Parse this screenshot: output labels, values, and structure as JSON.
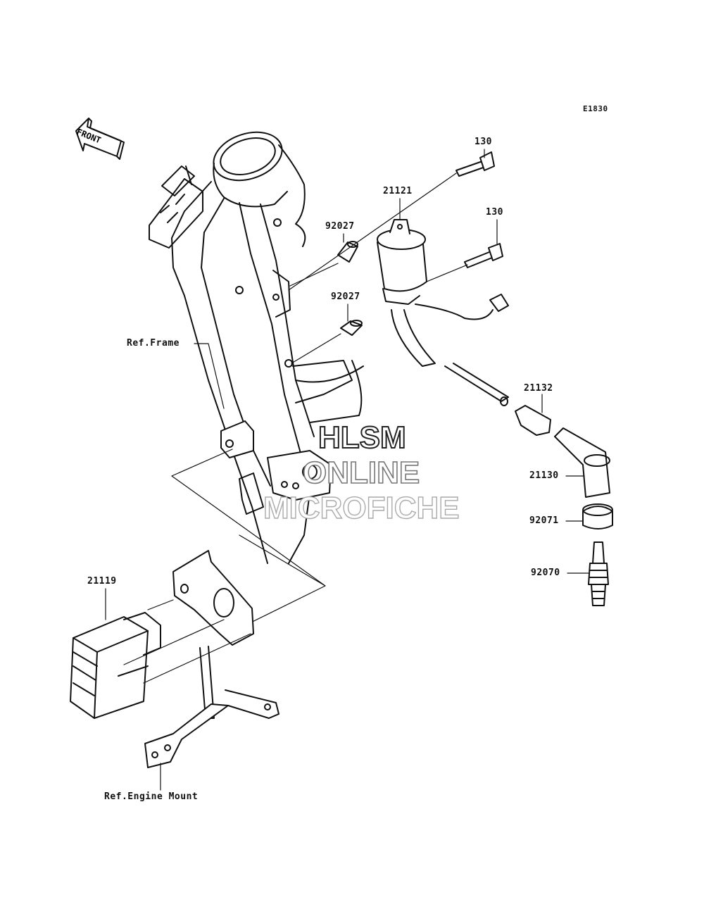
{
  "diagram_code": "E1830",
  "front_arrow_label": "FRONT",
  "watermark": {
    "line1": "HLSM",
    "line2": "ONLINE",
    "line3": "MICROFICHE"
  },
  "part_labels": [
    {
      "id": "130_upper",
      "text": "130"
    },
    {
      "id": "130_lower",
      "text": "130"
    },
    {
      "id": "21121",
      "text": "21121"
    },
    {
      "id": "92027_upper",
      "text": "92027"
    },
    {
      "id": "92027_lower",
      "text": "92027"
    },
    {
      "id": "ref_frame",
      "text": "Ref.Frame"
    },
    {
      "id": "21132",
      "text": "21132"
    },
    {
      "id": "21130",
      "text": "21130"
    },
    {
      "id": "92071",
      "text": "92071"
    },
    {
      "id": "92070",
      "text": "92070"
    },
    {
      "id": "21119",
      "text": "21119"
    },
    {
      "id": "ref_engine_mount",
      "text": "Ref.Engine Mount"
    }
  ]
}
